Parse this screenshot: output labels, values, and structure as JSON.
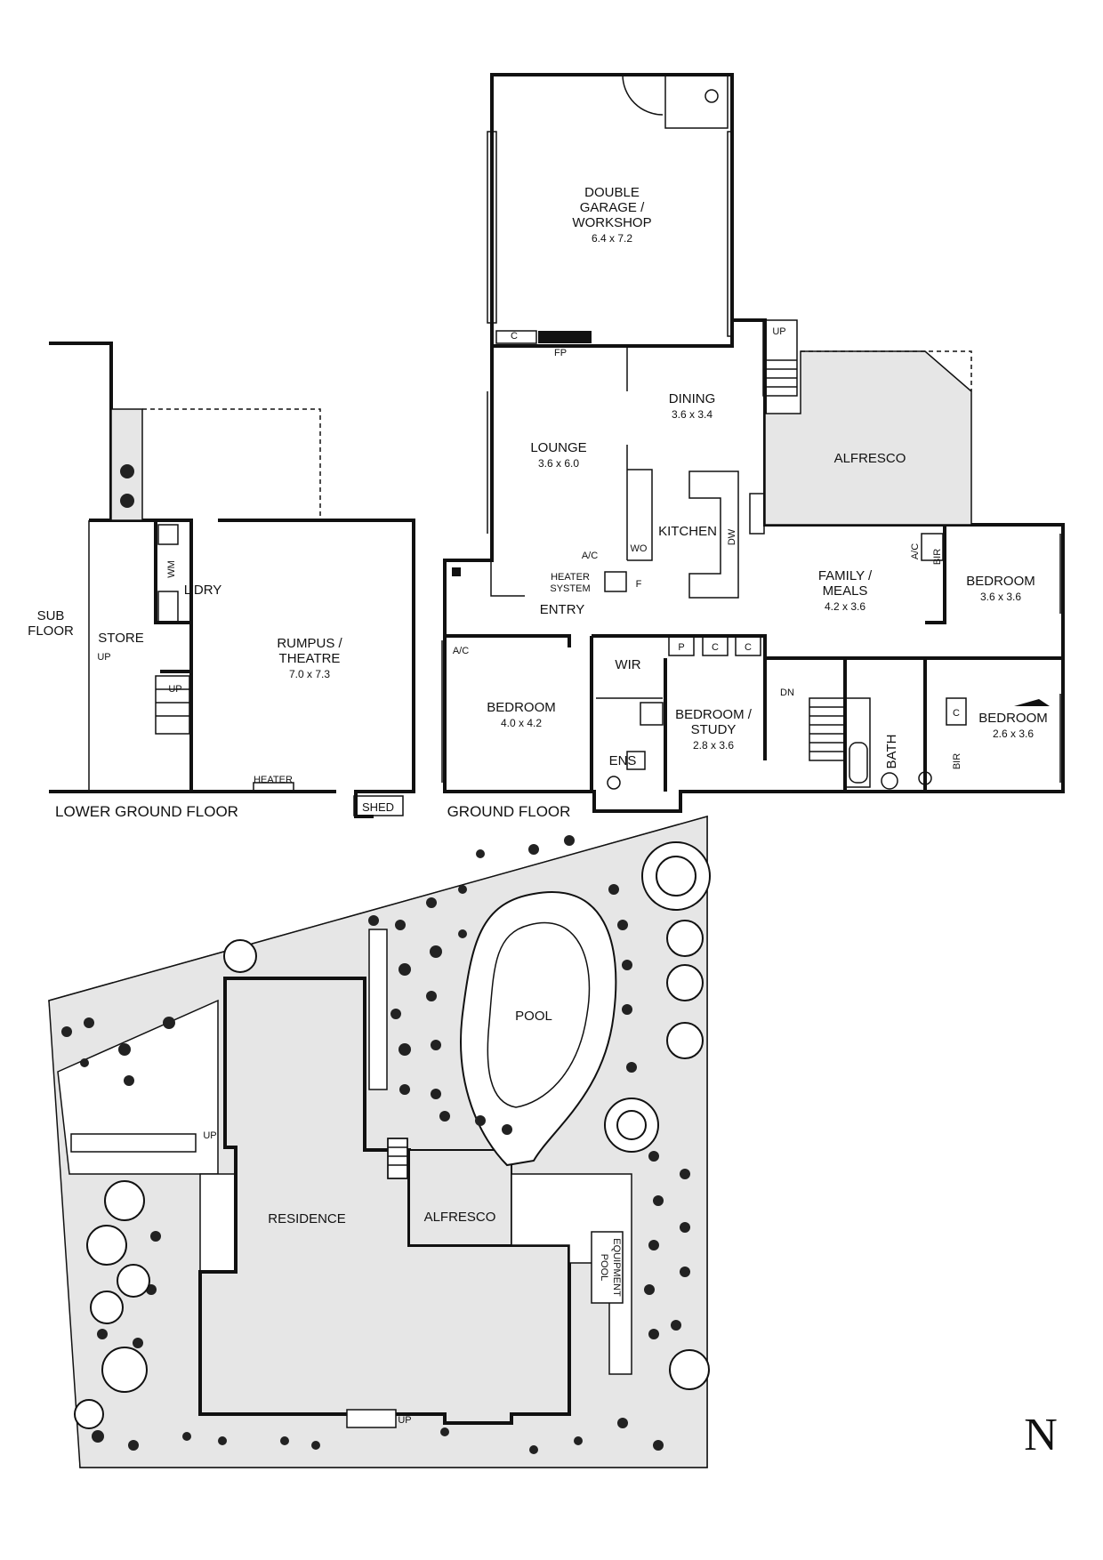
{
  "floors": {
    "lower_ground": "LOWER GROUND FLOOR",
    "ground": "GROUND FLOOR"
  },
  "rooms": {
    "garage": {
      "name": [
        "DOUBLE",
        "GARAGE /",
        "WORKSHOP"
      ],
      "size": "6.4 x 7.2"
    },
    "lounge": {
      "name": "LOUNGE",
      "size": "3.6 x 6.0"
    },
    "dining": {
      "name": "DINING",
      "size": "3.6 x 3.4"
    },
    "alfresco_upper": "ALFRESCO",
    "kitchen": "KITCHEN",
    "family": {
      "name": [
        "FAMILY /",
        "MEALS"
      ],
      "size": "4.2 x 3.6"
    },
    "bedroom_ne": {
      "name": "BEDROOM",
      "size": "3.6 x 3.6"
    },
    "bedroom_main": {
      "name": "BEDROOM",
      "size": "4.0 x 4.2"
    },
    "bedroom_study": {
      "name": [
        "BEDROOM /",
        "STUDY"
      ],
      "size": "2.8 x 3.6"
    },
    "bedroom_se": {
      "name": "BEDROOM",
      "size": "2.6 x 3.6"
    },
    "entry": "ENTRY",
    "wir": "WIR",
    "ens": "ENS",
    "bath": "BATH",
    "heater_system": [
      "HEATER",
      "SYSTEM"
    ],
    "rumpus": {
      "name": [
        "RUMPUS /",
        "THEATRE"
      ],
      "size": "7.0 x 7.3"
    },
    "store": "STORE",
    "subfloor": [
      "SUB",
      "FLOOR"
    ],
    "laundry": "L'DRY",
    "shed": "SHED",
    "heater": "HEATER"
  },
  "small_labels": {
    "c": "C",
    "fp": "FP",
    "up": "UP",
    "dn": "DN",
    "ac": "A/C",
    "bir": "BIR",
    "p": "P",
    "wo": "WO",
    "f": "F",
    "dw": "DW",
    "wm": "WM"
  },
  "site": {
    "pool": "POOL",
    "residence": "RESIDENCE",
    "alfresco": "ALFRESCO",
    "pool_equipment": [
      "POOL",
      "EQUIPMENT"
    ]
  },
  "compass": "N"
}
